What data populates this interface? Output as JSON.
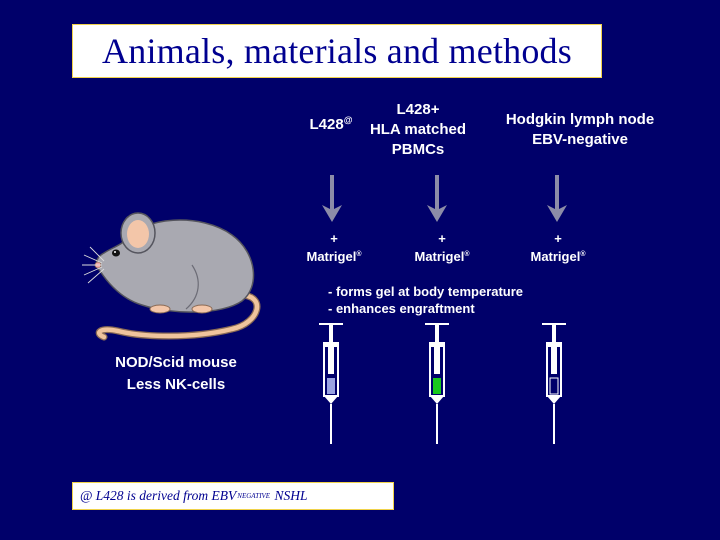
{
  "title": "Animals, materials and methods",
  "cell_sources": [
    {
      "label_line1": "L428",
      "label_sup": "@",
      "label_line2": "",
      "label_line3": ""
    },
    {
      "label_line1": "L428+",
      "label_sup": "",
      "label_line2": "HLA matched",
      "label_line3": "PBMCs"
    },
    {
      "label_line1": "Hodgkin lymph node",
      "label_sup": "",
      "label_line2": "EBV-negative",
      "label_line3": ""
    }
  ],
  "matrigel": {
    "plus": "+",
    "label": "Matrigel",
    "mark": "®"
  },
  "matrigel_notes": [
    "- forms gel at body temperature",
    "- enhances engraftment"
  ],
  "mouse": {
    "line1": "NOD/Scid mouse",
    "line2": "Less NK-cells"
  },
  "footnote": {
    "prefix": "@ L428 is derived from EBV",
    "sup": "NEGATIVE",
    "suffix": " NSHL"
  },
  "colors": {
    "background": "#00006a",
    "title_text": "#000090",
    "border_gold": "#f0d24a",
    "arrow_gray": "#8c8ca8",
    "syringe_fill_1": "#9aa3e0",
    "syringe_fill_2": "#19c81e",
    "syringe_fill_3": "#ffffff",
    "mouse_body": "#a9a9b1",
    "mouse_ear": "#f3c6a9",
    "mouse_tail": "#f0c49d"
  }
}
